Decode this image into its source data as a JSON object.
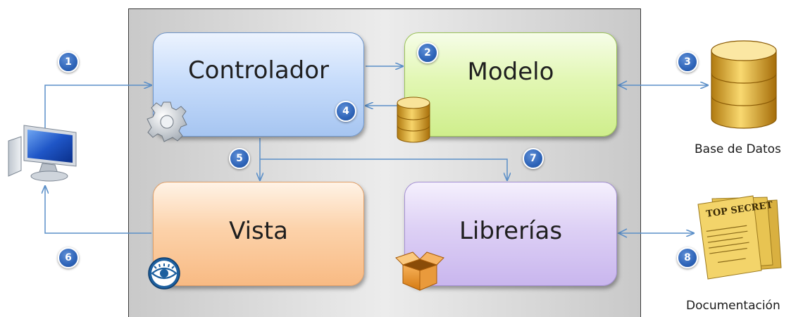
{
  "components": {
    "controlador": "Controlador",
    "modelo": "Modelo",
    "vista": "Vista",
    "librerias": "Librerías"
  },
  "external": {
    "database_label": "Base de Datos",
    "documentation_label": "Documentación",
    "document_stamp": "TOP SECRET"
  },
  "steps": [
    "1",
    "2",
    "3",
    "4",
    "5",
    "6",
    "7",
    "8"
  ],
  "colors": {
    "arrow": "#5b8fc8",
    "badge": "#2e64b8",
    "panel": "#d8d8d8"
  },
  "icons": [
    "computer-icon",
    "gear-icon",
    "database-icon",
    "eye-icon",
    "open-box-icon",
    "documents-icon"
  ]
}
